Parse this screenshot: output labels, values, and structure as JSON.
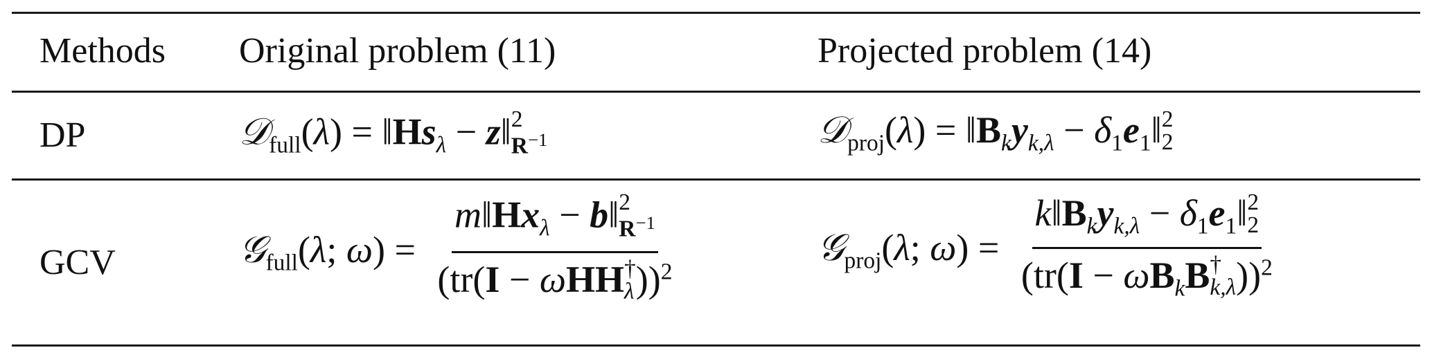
{
  "table": {
    "headers": [
      "Methods",
      "Original problem (11)",
      "Projected problem (14)"
    ],
    "rows": [
      {
        "method": "DP",
        "original": "𝒟_full(λ) = ‖H s_λ − z‖²_{R⁻¹}",
        "projected": "𝒟_proj(λ) = ‖B_k y_{k,λ} − δ₁ e₁‖²₂"
      },
      {
        "method": "GCV",
        "original": "𝒢_full(λ; ω) = m‖H x_λ − b‖²_{R⁻¹} / (tr(I − ω H H†_λ))²",
        "projected": "𝒢_proj(λ; ω) = k‖B_k y_{k,λ} − δ₁ e₁‖²₂ / (tr(I − ω B_k B†_{k,λ}))²"
      }
    ]
  },
  "symbols": {
    "D": "𝒟",
    "G": "𝒢",
    "full": "full",
    "proj": "proj",
    "lambda": "λ",
    "omega": "ω",
    "delta": "δ",
    "dagger": "†",
    "norm": "‖",
    "eq": "=",
    "minus": "−",
    "sq": "2",
    "rinv_R": "R",
    "rinv_exp": "−1",
    "k": "k",
    "klambda": "k,λ",
    "one": "1",
    "two": "2",
    "tr": "tr",
    "I": "I",
    "H": "H",
    "B": "B",
    "s": "s",
    "z": "z",
    "x": "x",
    "b": "b",
    "y": "y",
    "e": "e",
    "m": "m"
  }
}
